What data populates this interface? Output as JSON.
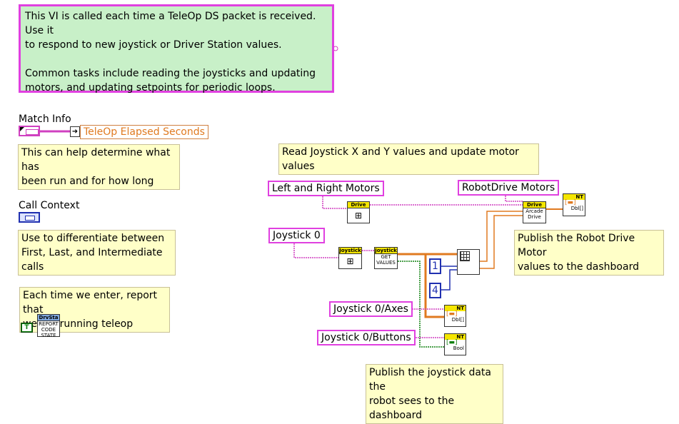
{
  "header_comment": {
    "line1": "This VI is called each time a TeleOp DS packet is received.  Use it",
    "line2": "to respond to new joystick or Driver Station values.",
    "line3": "Common tasks include reading the joysticks and updating",
    "line4": "motors, and updating setpoints for periodic loops."
  },
  "match_info": {
    "label": "Match Info",
    "indicator": "TeleOp Elapsed Seconds",
    "comment_line1": "This can help determine what has",
    "comment_line2": "been run and for how long"
  },
  "call_context": {
    "label": "Call Context",
    "comment_line1": "Use to differentiate between",
    "comment_line2": "First, Last, and Intermediate calls"
  },
  "report": {
    "comment_line1": "Each time we enter, report that",
    "comment_line2": "we are running teleop",
    "bool_const": "T",
    "vi_header": "DrvSta",
    "vi_line1": "REPORT",
    "vi_line2": "CODE",
    "vi_line3": "STATE"
  },
  "drive_section": {
    "title": "Read Joystick X and Y values and update motor values",
    "left_right_motors": "Left and Right Motors",
    "robotdrive_motors": "RobotDrive Motors",
    "joystick0": "Joystick 0",
    "joystick0_axes": "Joystick 0/Axes",
    "joystick0_buttons": "Joystick 0/Buttons",
    "drive_vi_header": "Drive",
    "arcade_vi_header": "Drive",
    "arcade_line1": "Arcade",
    "arcade_line2": "Drive",
    "joystick_vi_header": "Joystick",
    "get_vi_header": "Joystick",
    "get_line1": "GET",
    "get_line2": "VALUES",
    "const_1": "1",
    "const_4": "4",
    "nt_header": "NT",
    "nt_dbl": "Dbl[]",
    "nt_bool": "Bool",
    "publish_motor_line1": "Publish the Robot Drive Motor",
    "publish_motor_line2": "values to the dashboard",
    "publish_joy_line1": "Publish the joystick data the",
    "publish_joy_line2": "robot sees to the dashboard"
  },
  "colors": {
    "wire_refnum": "#d040c0",
    "wire_double": "#e07a20",
    "wire_cluster": "#8b4513",
    "wire_bool": "#108010"
  }
}
